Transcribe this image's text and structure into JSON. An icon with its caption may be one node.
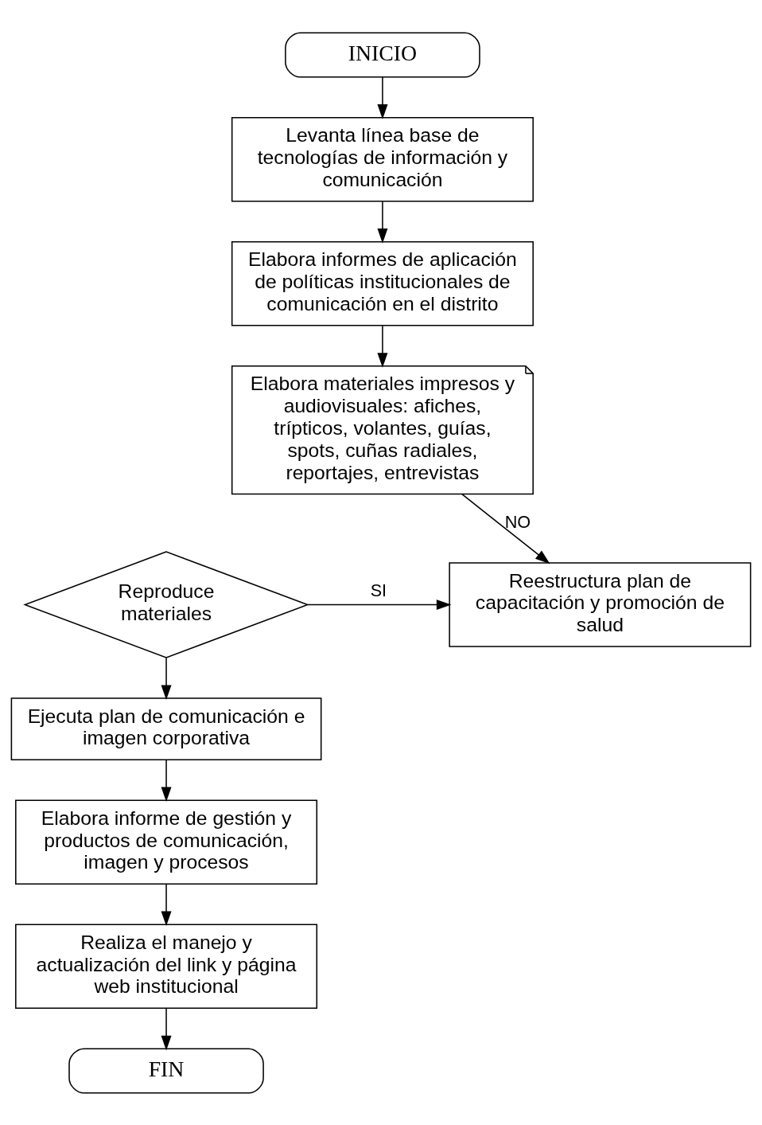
{
  "diagram": {
    "nodes": [
      {
        "text": [
          "INICIO"
        ]
      },
      {
        "text": [
          "Levanta línea base de tecnologías de información y comunicación"
        ]
      },
      {
        "text": [
          "Elabora informes de aplicación de políticas institucionales de comunicación en el distrito"
        ]
      },
      {
        "text": [
          "Elabora materiales impresos y audiovisuales: afiches, trípticos, volantes, guías, spots, cuñas radiales, reportajes, entrevistas"
        ]
      },
      {
        "text": [
          "Reproduce materiales"
        ]
      },
      {
        "text": [
          "Reestructura plan de capacitación y promoción de salud"
        ]
      },
      {
        "text": [
          "Ejecuta plan de comunicación e imagen corporativa"
        ]
      },
      {
        "text": [
          "Elabora informe de gestión y productos de comunicación, imagen y procesos"
        ]
      },
      {
        "text": [
          "Realiza el manejo y actualización del link y página web institucional"
        ]
      },
      {
        "text": [
          "FIN"
        ]
      }
    ],
    "edges": [
      {
        "from": 0,
        "to": 1,
        "arrow": "to"
      },
      {
        "from": 1,
        "to": 2,
        "arrow": "to"
      },
      {
        "from": 2,
        "to": 3,
        "arrow": "to"
      },
      {
        "from": 3,
        "to": 5,
        "arrow": "to",
        "label": "NO"
      },
      {
        "from": 4,
        "to": 5,
        "arrow": "to",
        "label": "SI"
      },
      {
        "from": 4,
        "to": 6,
        "arrow": "to"
      },
      {
        "from": 6,
        "to": 7,
        "arrow": "to"
      },
      {
        "from": 7,
        "to": 8,
        "arrow": "to"
      },
      {
        "from": 8,
        "to": 9,
        "arrow": "to"
      }
    ]
  }
}
